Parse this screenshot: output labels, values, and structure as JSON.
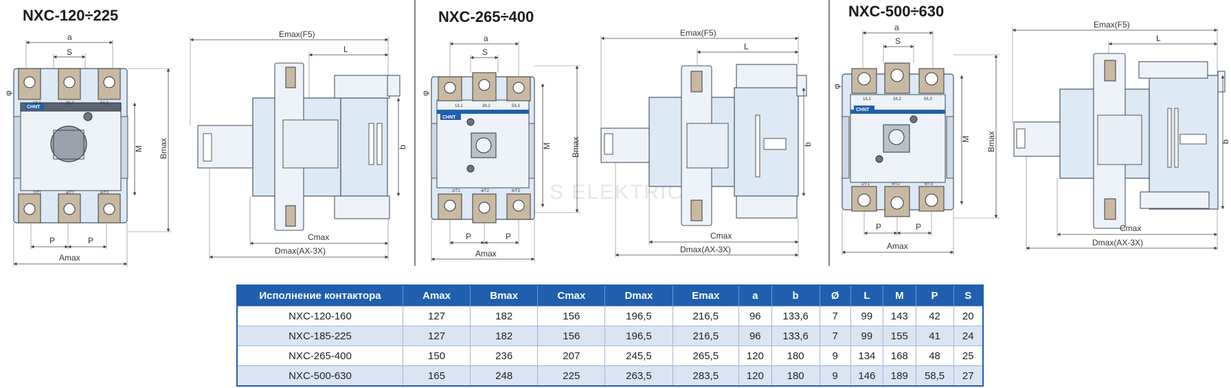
{
  "titles": [
    "NXC-120÷225",
    "NXC-265÷400",
    "NXC-500÷630"
  ],
  "brand": "CHNT",
  "watermark": "S ELEKTRIC",
  "terminal_labels": {
    "top": [
      "1/L1",
      "3/L2",
      "5/L3"
    ],
    "bottom": [
      "2/T1",
      "4/T2",
      "6/T3"
    ]
  },
  "dim_labels": {
    "a": "a",
    "S": "S",
    "M": "M",
    "Bmax": "Bmax",
    "P": "P",
    "Amax": "Amax",
    "phi": "φ",
    "Emax": "Emax(F5)",
    "L": "L",
    "b": "b",
    "Cmax": "Cmax",
    "Dmax": "Dmax(AX-3X)"
  },
  "table": {
    "headers": [
      "Исполнение контактора",
      "Amax",
      "Bmax",
      "Cmax",
      "Dmax",
      "Emax",
      "a",
      "b",
      "Ø",
      "L",
      "M",
      "P",
      "S"
    ],
    "rows": [
      [
        "NXC-120-160",
        "127",
        "182",
        "156",
        "196,5",
        "216,5",
        "96",
        "133,6",
        "7",
        "99",
        "143",
        "42",
        "20"
      ],
      [
        "NXC-185-225",
        "127",
        "182",
        "156",
        "196,5",
        "216,5",
        "96",
        "133,6",
        "7",
        "99",
        "155",
        "41",
        "24"
      ],
      [
        "NXC-265-400",
        "150",
        "236",
        "207",
        "245,5",
        "265,5",
        "120",
        "180",
        "9",
        "134",
        "168",
        "48",
        "25"
      ],
      [
        "NXC-500-630",
        "165",
        "248",
        "225",
        "263,5",
        "283,5",
        "120",
        "180",
        "9",
        "146",
        "189",
        "58,5",
        "27"
      ]
    ]
  }
}
